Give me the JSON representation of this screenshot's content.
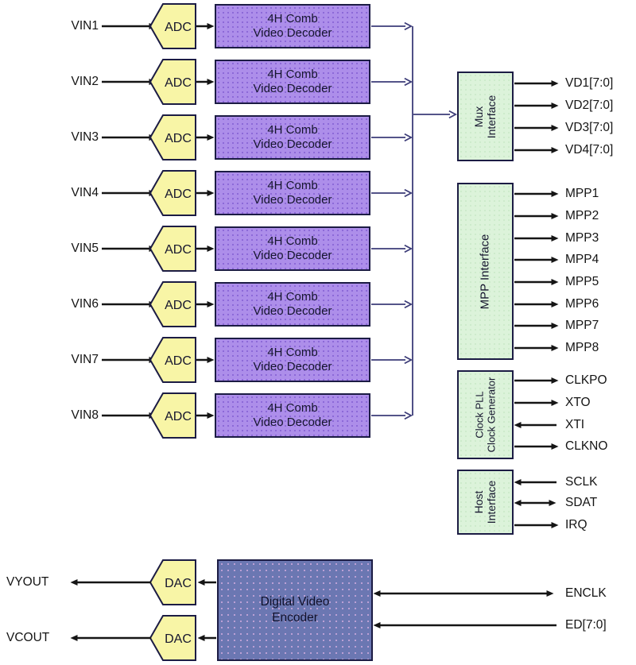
{
  "diagram": {
    "title": "multi-channel video decoder block diagram",
    "colors": {
      "background": "#ffffff",
      "adc_dac_fill": "#f8f5a6",
      "decoder_fill": "#ad8eea",
      "interface_fill": "#dcf3da",
      "encoder_fill": "#6b77b2",
      "block_border": "#1c1c44",
      "arrow_black": "#151515",
      "arrow_bus": "#3c3c78"
    },
    "blocks": {
      "adc_label": "ADC",
      "dac_label": "DAC",
      "decoder_label": "4H Comb\nVideo Decoder",
      "mux_label": "Mux\nInterface",
      "mpp_label": "MPP Interface",
      "clock_label": "Clock PLL\nClock Generator",
      "host_label": "Host\nInterface",
      "encoder_label": "Digital Video\nEncoder"
    },
    "inputs": {
      "vin": [
        "VIN1",
        "VIN2",
        "VIN3",
        "VIN4",
        "VIN5",
        "VIN6",
        "VIN7",
        "VIN8"
      ]
    },
    "signals": {
      "video_out": [
        "VD1[7:0]",
        "VD2[7:0]",
        "VD3[7:0]",
        "VD4[7:0]"
      ],
      "mpp": [
        "MPP1",
        "MPP2",
        "MPP3",
        "MPP4",
        "MPP5",
        "MPP6",
        "MPP7",
        "MPP8"
      ],
      "clock": [
        {
          "label": "CLKPO",
          "dir": "out"
        },
        {
          "label": "XTO",
          "dir": "out"
        },
        {
          "label": "XTI",
          "dir": "in"
        },
        {
          "label": "CLKNO",
          "dir": "out"
        }
      ],
      "host": [
        {
          "label": "SCLK",
          "dir": "in"
        },
        {
          "label": "SDAT",
          "dir": "bidirectional"
        },
        {
          "label": "IRQ",
          "dir": "out"
        }
      ],
      "analog_out": [
        "VYOUT",
        "VCOUT"
      ],
      "encoder_io": [
        {
          "label": "ENCLK",
          "dir": "bidirectional"
        },
        {
          "label": "ED[7:0]",
          "dir": "in"
        }
      ]
    }
  }
}
